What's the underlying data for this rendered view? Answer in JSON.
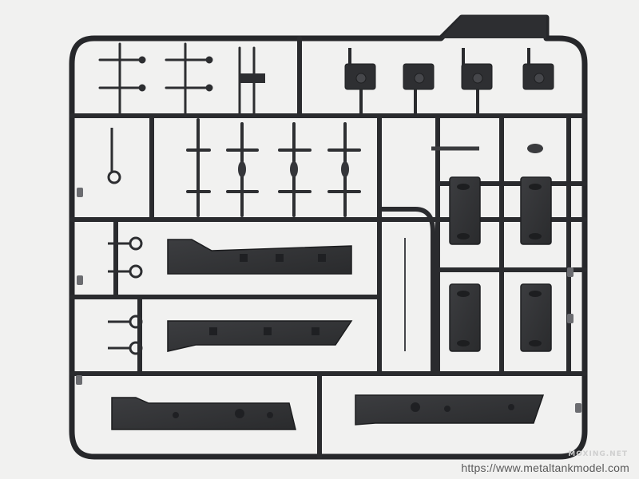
{
  "photo": {
    "subject": "Plastic model kit sprue frame with dark grey parts",
    "background_color": "#f1f1f0",
    "plastic_color": "#2c2d2f"
  },
  "watermark": {
    "site_mark": "MOXING.NET",
    "url_text": "https://www.metaltankmodel.com"
  }
}
